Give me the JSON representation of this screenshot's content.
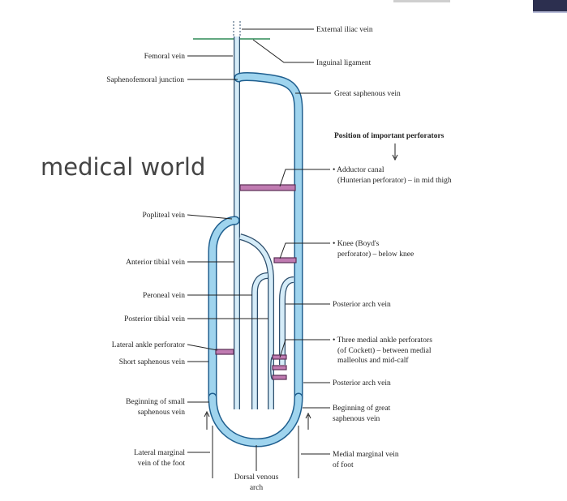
{
  "watermark": "medical world",
  "heading": {
    "perforators": "Position of important perforators",
    "arrow": "↓"
  },
  "labels_left": {
    "femoral_vein": "Femoral vein",
    "saphenofemoral_junction": "Saphenofemoral junction",
    "popliteal_vein": "Popliteal vein",
    "anterior_tibial_vein": "Anterior tibial vein",
    "peroneal_vein": "Peroneal vein",
    "posterior_tibial_vein": "Posterior tibial vein",
    "lateral_ankle_perforator": "Lateral ankle perforator",
    "short_saphenous_vein": "Short saphenous vein",
    "beginning_small_1": "Beginning of small",
    "beginning_small_2": "saphenous vein",
    "lateral_marginal_1": "Lateral marginal",
    "lateral_marginal_2": "vein of the foot"
  },
  "labels_right": {
    "external_iliac_vein": "External iliac vein",
    "inguinal_ligament": "Inguinal ligament",
    "great_saphenous_vein": "Great saphenous vein",
    "adductor_1": "• Adductor canal",
    "adductor_2": "(Hunterian perforator) – in mid thigh",
    "knee_1": "• Knee (Boyd's",
    "knee_2": "perforator) – below knee",
    "posterior_arch_vein_1": "Posterior arch vein",
    "cockett_1": "• Three medial ankle perforators",
    "cockett_2": "(of Cockett) – between medial",
    "cockett_3": "malleolus and mid-calf",
    "posterior_arch_vein_2": "Posterior arch vein",
    "beginning_great_1": "Beginning of great",
    "beginning_great_2": "saphenous vein",
    "medial_marginal_1": "Medial marginal vein",
    "medial_marginal_2": "of foot"
  },
  "labels_bottom": {
    "dorsal_1": "Dorsal venous",
    "dorsal_2": "arch"
  },
  "colors": {
    "vein_fill": "#9fd4ee",
    "vein_outline": "#1f5f8f",
    "perforator": "#c07bb1",
    "inguinal_line": "#2e8b57",
    "corner_tab": "#2c2f4f"
  }
}
